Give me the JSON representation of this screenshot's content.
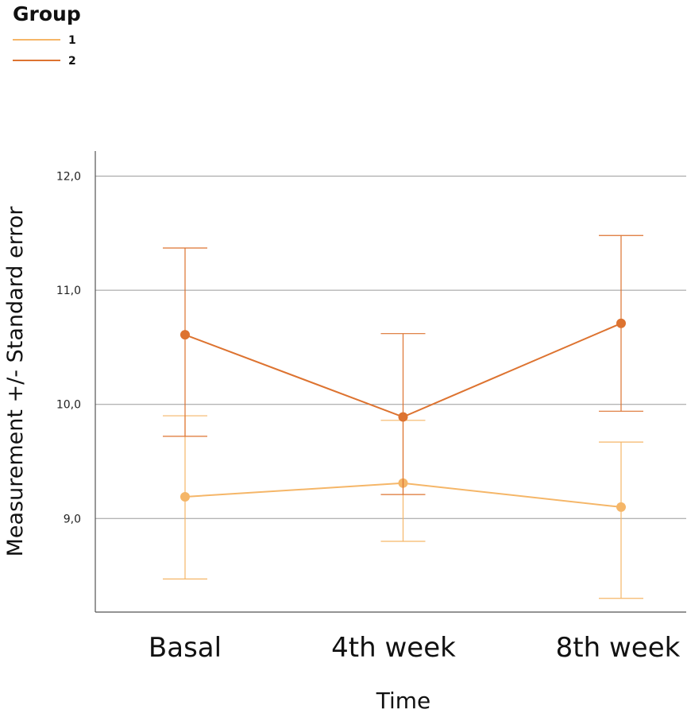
{
  "chart_data": {
    "type": "line",
    "xlabel": "Time",
    "ylabel": "Measurement +/- Standard error",
    "categories": [
      "Basal",
      "4th week",
      "8th week"
    ],
    "ylim": [
      8.18,
      12.22
    ],
    "yticks": [
      9.0,
      10.0,
      11.0,
      12.0
    ],
    "ytick_labels": [
      "9,0",
      "10,0",
      "11,0",
      "12,0"
    ],
    "grid": "horizontal",
    "legend": {
      "title": "Group",
      "position": "top-left",
      "entries": [
        {
          "label": "1",
          "color": "#f5b668"
        },
        {
          "label": "2",
          "color": "#dd7330"
        }
      ]
    },
    "series": [
      {
        "name": "1",
        "color": "#f5b668",
        "values": [
          9.19,
          9.31,
          9.1
        ],
        "upper": [
          9.9,
          9.86,
          9.67
        ],
        "lower": [
          8.47,
          8.8,
          8.3
        ]
      },
      {
        "name": "2",
        "color": "#dd7330",
        "values": [
          10.61,
          9.89,
          10.71
        ],
        "upper": [
          11.37,
          10.62,
          11.48
        ],
        "lower": [
          9.72,
          9.21,
          9.94
        ]
      }
    ]
  }
}
